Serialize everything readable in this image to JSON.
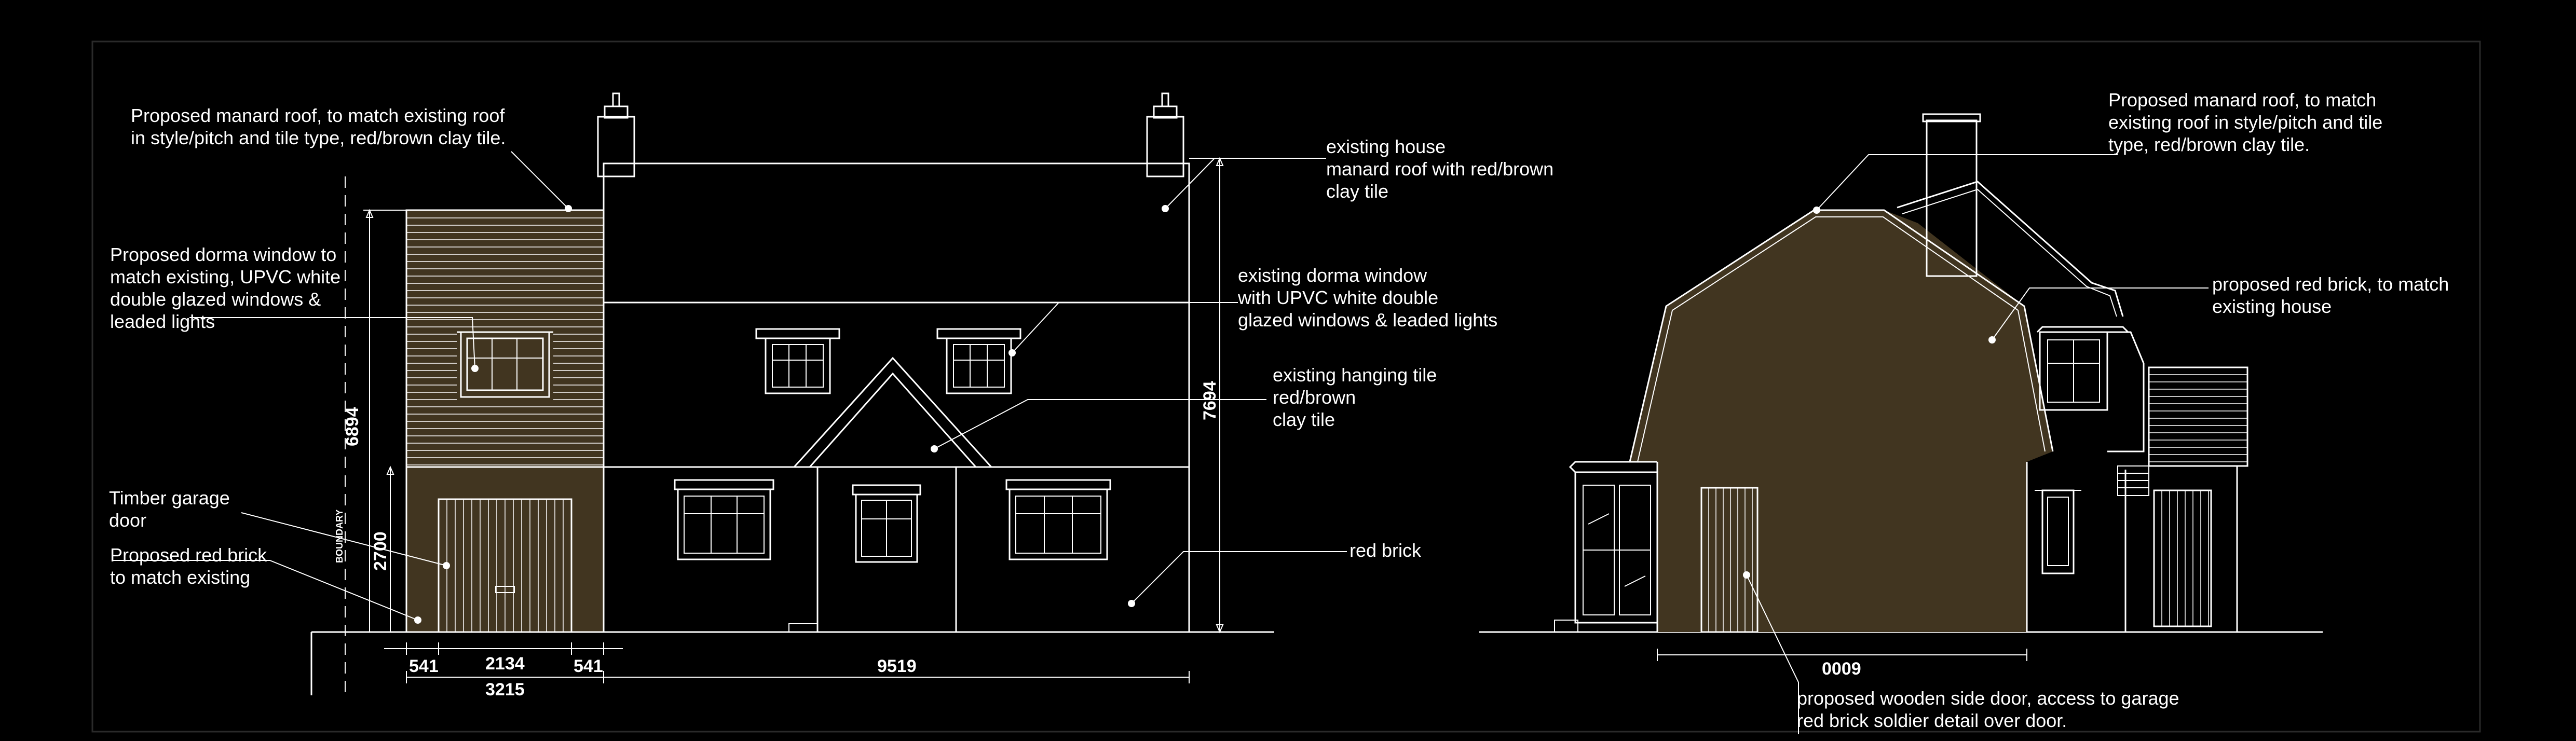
{
  "colors": {
    "background": "#000000",
    "linework": "#ffffff",
    "brick_fill": "#413520",
    "frame": "#2a2a2a"
  },
  "front_elevation": {
    "notes": {
      "manard_roof": [
        "Proposed manard roof, to match existing roof",
        "in style/pitch and tile type, red/brown clay tile."
      ],
      "dorma_window": [
        "Proposed dorma window to",
        "match existing, UPVC white",
        "double glazed windows &",
        "leaded lights"
      ],
      "garage_door": [
        "Timber garage",
        "door"
      ],
      "red_brick": [
        "Proposed red brick",
        "to match existing"
      ],
      "existing_house": [
        "existing house",
        "manard roof with red/brown",
        "clay tile"
      ],
      "existing_dorma": [
        "existing dorma window",
        "with UPVC white double",
        "glazed windows & leaded lights"
      ],
      "hanging_tile": [
        "existing hanging tile",
        "red/brown",
        "clay tile"
      ],
      "existing_red_brick": "red brick"
    },
    "dimensions": {
      "left_offset": "541",
      "garage_width": "2134",
      "right_offset": "541",
      "extension_width": "3215",
      "house_width": "9519",
      "extension_height": "6894",
      "garage_height": "2700",
      "house_height": "7694"
    },
    "boundary_label": "BOUNDARY"
  },
  "side_elevation": {
    "notes": {
      "manard_roof": [
        "Proposed manard roof, to match",
        "existing roof in style/pitch and tile",
        "type, red/brown clay tile."
      ],
      "red_brick": [
        "proposed red brick, to match",
        "existing house"
      ],
      "side_door": [
        "proposed wooden side door, access to garage",
        "red brick soldier detail over door."
      ]
    },
    "dimensions": {
      "depth": "0009"
    }
  }
}
